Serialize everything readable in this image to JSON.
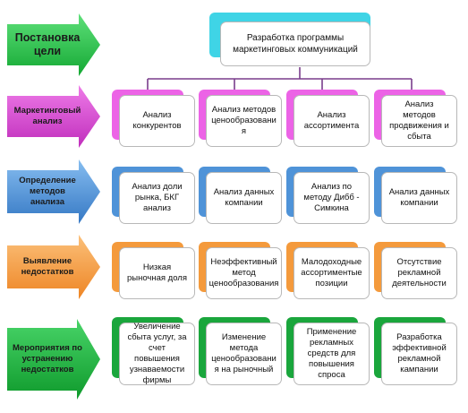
{
  "colors": {
    "arrow_green": "#22c443",
    "arrow_magenta": "#d848d4",
    "arrow_blue": "#4f93d8",
    "arrow_orange": "#f49a3c",
    "accent_cyan": "#3fd4e6",
    "accent_green": "#1aa63c",
    "accent_blue": "#3f85cf",
    "accent_orange": "#f39432",
    "accent_darkgreen": "#138a2c",
    "connector": "#7a3d8c"
  },
  "stages": [
    {
      "label": "Постановка цели",
      "icon": "arrow-right-icon"
    },
    {
      "label": "Маркетинговый анализ",
      "icon": "arrow-right-icon"
    },
    {
      "label": "Определение методов анализа",
      "icon": "arrow-right-icon"
    },
    {
      "label": "Выявление недостатков",
      "icon": "arrow-right-icon"
    },
    {
      "label": "Мероприятия по устранению недостатков",
      "icon": "arrow-right-icon"
    }
  ],
  "top": {
    "label": "Разработка программы маркетинговых коммуникаций"
  },
  "rows": [
    {
      "items": [
        "Анализ конкурентов",
        "Анализ методов ценообразовани я",
        "Анализ ассортимента",
        "Анализ методов продвижения и сбыта"
      ]
    },
    {
      "items": [
        "Анализ доли рынка, БКГ анализ",
        "Анализ данных компании",
        "Анализ по методу Дибб - Симкина",
        "Анализ данных компании"
      ]
    },
    {
      "items": [
        "Низкая рыночная доля",
        "Неэффективный метод ценообразования",
        "Малодоходные ассортиментые позиции",
        "Отсутствие рекламной деятельности"
      ]
    },
    {
      "items": [
        "Увеличение сбыта услуг, за счет повышения узнаваемости фирмы",
        "Изменение метода ценообразовани я на рыночный",
        "Применение рекламных средств для повышения спроса",
        "Разработка эффективной рекламной кампании"
      ]
    }
  ]
}
